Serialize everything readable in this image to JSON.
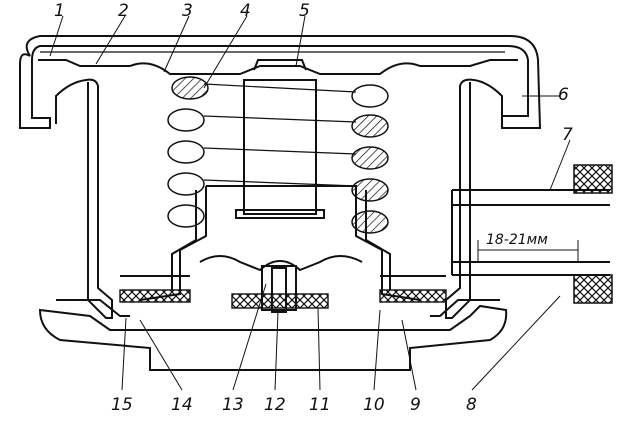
{
  "diagram": {
    "callouts": {
      "c1": "1",
      "c2": "2",
      "c3": "3",
      "c4": "4",
      "c5": "5",
      "c6": "6",
      "c7": "7",
      "c8": "8",
      "c9": "9",
      "c10": "10",
      "c11": "11",
      "c12": "12",
      "c13": "13",
      "c14": "14",
      "c15": "15"
    },
    "dimension_text": "18-21мм",
    "colors": {
      "ink": "#111111",
      "paper": "#ffffff"
    }
  }
}
